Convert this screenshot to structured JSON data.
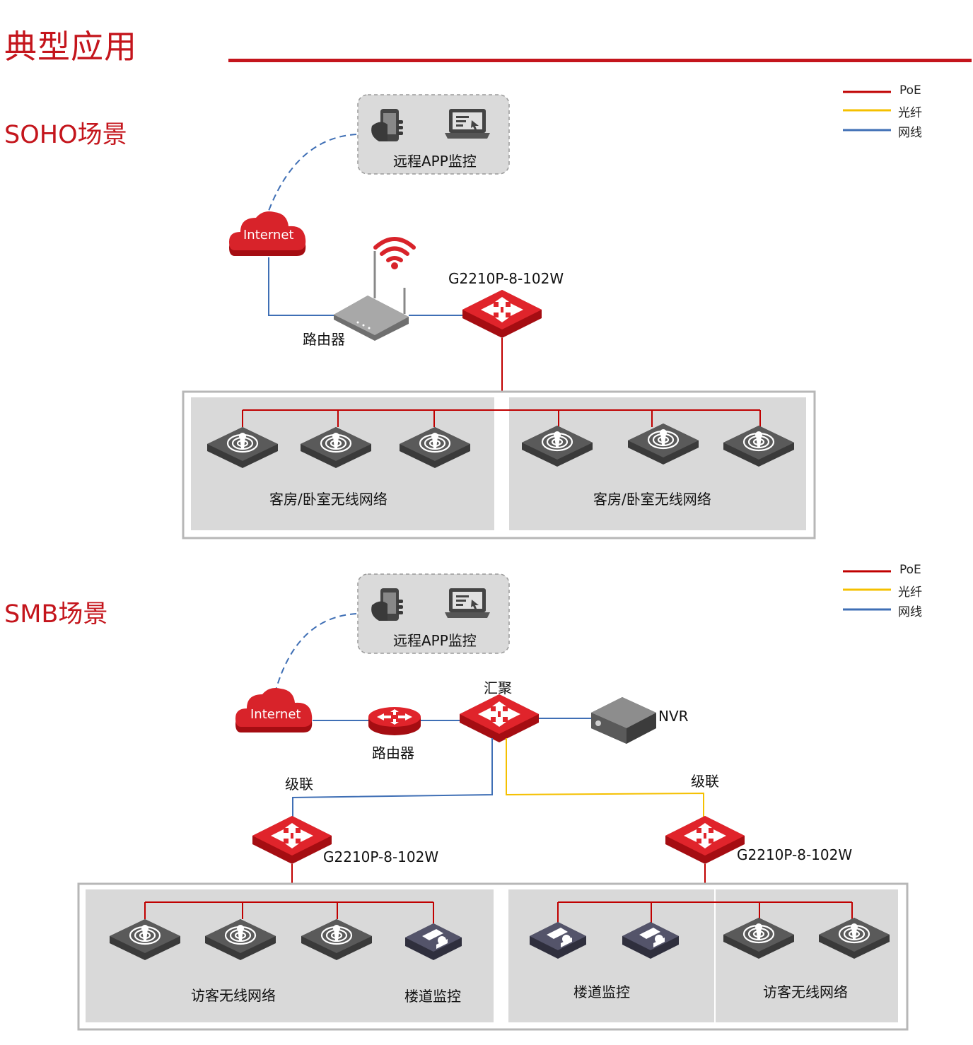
{
  "title": "典型应用",
  "colors": {
    "accent": "#c4151c",
    "poe": "#c00000",
    "fiber": "#f5c000",
    "ethernet": "#3f6fb5"
  },
  "legend": [
    {
      "label": "PoE",
      "color": "#c00000"
    },
    {
      "label": "光纤",
      "color": "#f5c000"
    },
    {
      "label": "网线",
      "color": "#3f6fb5"
    }
  ],
  "soho": {
    "title": "SOHO场景",
    "remote_label": "远程APP监控",
    "internet": "Internet",
    "router": "路由器",
    "switch_model": "G2210P-8-102W",
    "zones": [
      "客房/卧室无线网络",
      "客房/卧室无线网络"
    ]
  },
  "smb": {
    "title": "SMB场景",
    "remote_label": "远程APP监控",
    "internet": "Internet",
    "router": "路由器",
    "core": "汇聚",
    "nvr": "NVR",
    "cascade_left": "级联",
    "cascade_right": "级联",
    "switch_left": "G2210P-8-102W",
    "switch_right": "G2210P-8-102W",
    "zone_guest_left": "访客无线网络",
    "zone_stair_left": "楼道监控",
    "zone_stair_right": "楼道监控",
    "zone_guest_right": "访客无线网络"
  }
}
